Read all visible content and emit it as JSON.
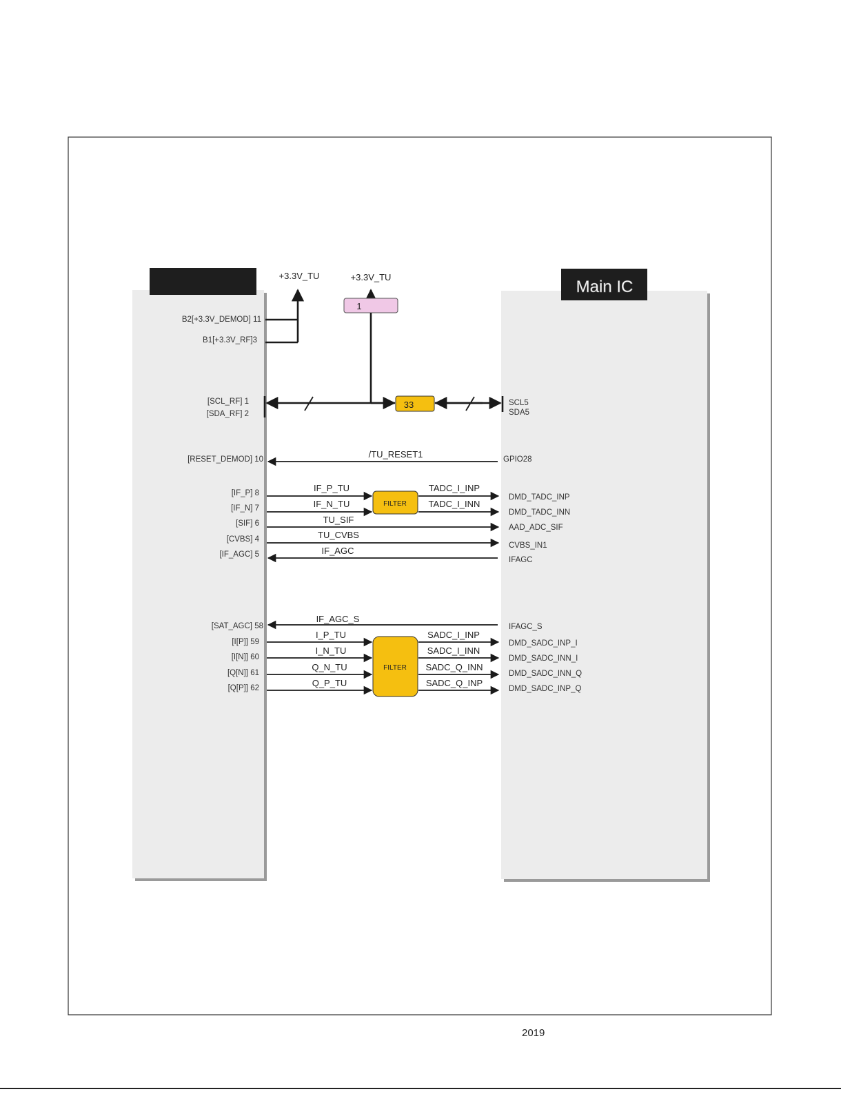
{
  "footer": {
    "year": "2019"
  },
  "blocks": {
    "right_title": "Main IC",
    "left_title": ""
  },
  "power": {
    "supply_a": "+3.3V_TU",
    "supply_b": "+3.3V_TU",
    "resistor_pink": "1",
    "resistor_i2c": "33"
  },
  "left_pins": {
    "b2": "B2[+3.3V_DEMOD] 11",
    "b1": "B1[+3.3V_RF]3",
    "scl": "[SCL_RF] 1",
    "sda": "[SDA_RF] 2",
    "reset": "[RESET_DEMOD] 10",
    "if_p": "[IF_P] 8",
    "if_n": "[IF_N] 7",
    "sif": "[SIF] 6",
    "cvbs": "[CVBS] 4",
    "if_agc": "[IF_AGC] 5",
    "sat_agc": "[SAT_AGC] 58",
    "i_p": "[I[P]] 59",
    "i_n": "[I[N]] 60",
    "q_n": "[Q[N]] 61",
    "q_p": "[Q[P]] 62"
  },
  "right_pins": {
    "scl": "SCL5",
    "sda": "SDA5",
    "gpio": "GPIO28",
    "dmd_tadc_inp": "DMD_TADC_INP",
    "dmd_tadc_inn": "DMD_TADC_INN",
    "aad_adc_sif": "AAD_ADC_SIF",
    "cvbs_in1": "CVBS_IN1",
    "ifagc": "IFAGC",
    "ifagc_s": "IFAGC_S",
    "dmd_sadc_inp_i": "DMD_SADC_INP_I",
    "dmd_sadc_inn_i": "DMD_SADC_INN_I",
    "dmd_sadc_inn_q": "DMD_SADC_INN_Q",
    "dmd_sadc_inp_q": "DMD_SADC_INP_Q"
  },
  "signals": {
    "tu_reset": "/TU_RESET1",
    "if_p_tu": "IF_P_TU",
    "if_n_tu": "IF_N_TU",
    "tadc_i_inp": "TADC_I_INP",
    "tadc_i_inn": "TADC_I_INN",
    "tu_sif": "TU_SIF",
    "tu_cvbs": "TU_CVBS",
    "if_agc": "IF_AGC",
    "if_agc_s": "IF_AGC_S",
    "i_p_tu": "I_P_TU",
    "i_n_tu": "I_N_TU",
    "q_n_tu": "Q_N_TU",
    "q_p_tu": "Q_P_TU",
    "sadc_i_inp": "SADC_I_INP",
    "sadc_i_inn": "SADC_I_INN",
    "sadc_q_inn": "SADC_Q_INN",
    "sadc_q_inp": "SADC_Q_INP"
  },
  "filters": {
    "top": "FILTER",
    "bottom": "FILTER"
  },
  "colors": {
    "block_fill": "#ececec",
    "filter_fill": "#f5bf10",
    "resistor_pink": "#f0c8e6",
    "title_bar": "#1e1e1e"
  }
}
